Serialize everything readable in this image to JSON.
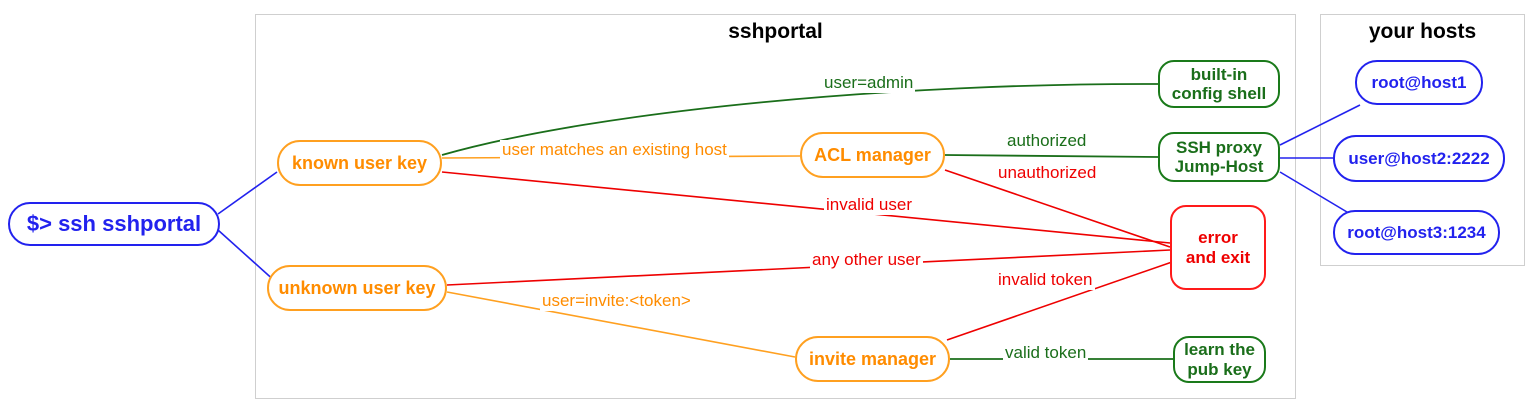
{
  "diagram": {
    "panels": [
      {
        "id": "sshportal",
        "title": "sshportal"
      },
      {
        "id": "your_hosts",
        "title": "your hosts"
      }
    ],
    "entry": {
      "label": "$> ssh sshportal"
    },
    "nodes": [
      {
        "id": "known_user_key",
        "label": "known user key",
        "color": "orange"
      },
      {
        "id": "unknown_user_key",
        "label": "unknown user key",
        "color": "orange"
      },
      {
        "id": "acl_manager",
        "label": "ACL manager",
        "color": "orange"
      },
      {
        "id": "invite_manager",
        "label": "invite manager",
        "color": "orange"
      },
      {
        "id": "config_shell",
        "label": "built-in\nconfig shell",
        "color": "green"
      },
      {
        "id": "ssh_proxy",
        "label": "SSH proxy\nJump-Host",
        "color": "green"
      },
      {
        "id": "learn_pub_key",
        "label": "learn the\npub key",
        "color": "green"
      },
      {
        "id": "error_and_exit",
        "label": "error\nand exit",
        "color": "red"
      }
    ],
    "hosts": [
      {
        "id": "host1",
        "label": "root@host1"
      },
      {
        "id": "host2",
        "label": "user@host2:2222"
      },
      {
        "id": "host3",
        "label": "root@host3:1234"
      }
    ],
    "edge_labels": [
      {
        "id": "user_admin",
        "text": "user=admin",
        "color": "green"
      },
      {
        "id": "user_matches",
        "text": "user matches an existing host",
        "color": "orange"
      },
      {
        "id": "authorized",
        "text": "authorized",
        "color": "green"
      },
      {
        "id": "unauthorized",
        "text": "unauthorized",
        "color": "red"
      },
      {
        "id": "invalid_user",
        "text": "invalid user",
        "color": "red"
      },
      {
        "id": "any_other_user",
        "text": "any other user",
        "color": "red"
      },
      {
        "id": "invalid_token",
        "text": "invalid token",
        "color": "red"
      },
      {
        "id": "user_invite",
        "text": "user=invite:<token>",
        "color": "orange"
      },
      {
        "id": "valid_token",
        "text": "valid token",
        "color": "green"
      }
    ],
    "colors": {
      "blue": "#2222ee",
      "orange": "#ff8c00",
      "orange_border": "#ffa020",
      "green": "#1a6e1a",
      "red": "#ee0000",
      "panel_border": "#cfcfcf",
      "background": "#ffffff"
    }
  }
}
